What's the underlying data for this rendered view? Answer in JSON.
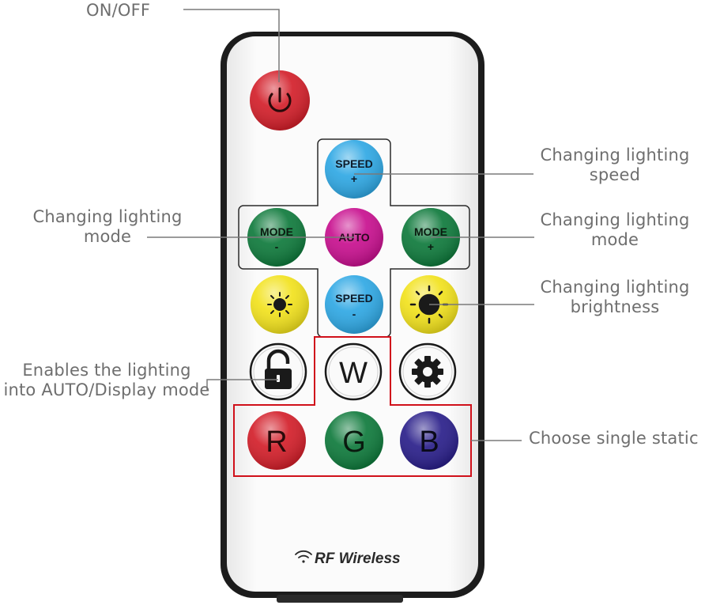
{
  "buttons": {
    "power": {
      "icon": "power-icon",
      "color": "#d31f2a"
    },
    "speed_up": {
      "line1": "SPEED",
      "line2": "+",
      "color": "#2fa8e4"
    },
    "mode_down": {
      "line1": "MODE",
      "line2": "-",
      "color": "#0f7a3c"
    },
    "auto": {
      "label": "AUTO",
      "color": "#c8108f"
    },
    "mode_up": {
      "line1": "MODE",
      "line2": "+",
      "color": "#0f7a3c"
    },
    "brightness_down": {
      "icon": "sun-small-icon",
      "color": "#f2e21d"
    },
    "speed_down": {
      "line1": "SPEED",
      "line2": "-",
      "color": "#2fa8e4"
    },
    "brightness_up": {
      "icon": "sun-large-icon",
      "color": "#f2e21d"
    },
    "lock": {
      "icon": "unlock-icon"
    },
    "white": {
      "label": "W"
    },
    "settings": {
      "icon": "gear-icon"
    },
    "red": {
      "label": "R",
      "color": "#d31f2a"
    },
    "green": {
      "label": "G",
      "color": "#0f7a3c"
    },
    "blue": {
      "label": "B",
      "color": "#2a1f8a"
    }
  },
  "brand": {
    "label": "RF Wireless",
    "icon": "wifi-icon"
  },
  "callouts": {
    "on_off": "ON/OFF",
    "speed_line1": "Changing lighting",
    "speed_line2": "speed",
    "mode_left_line1": "Changing lighting",
    "mode_left_line2": "mode",
    "mode_right_line1": "Changing lighting",
    "mode_right_line2": "mode",
    "brightness_line1": "Changing lighting",
    "brightness_line2": "brightness",
    "auto_line1": "Enables the lighting",
    "auto_line2": "into AUTO/Display mode",
    "static": "Choose single static"
  },
  "colors": {
    "highlight": "#d0101a",
    "leader": "#7a7a7a",
    "remote_body": "#f7f7f7",
    "remote_rim": "#1a1a1a"
  }
}
